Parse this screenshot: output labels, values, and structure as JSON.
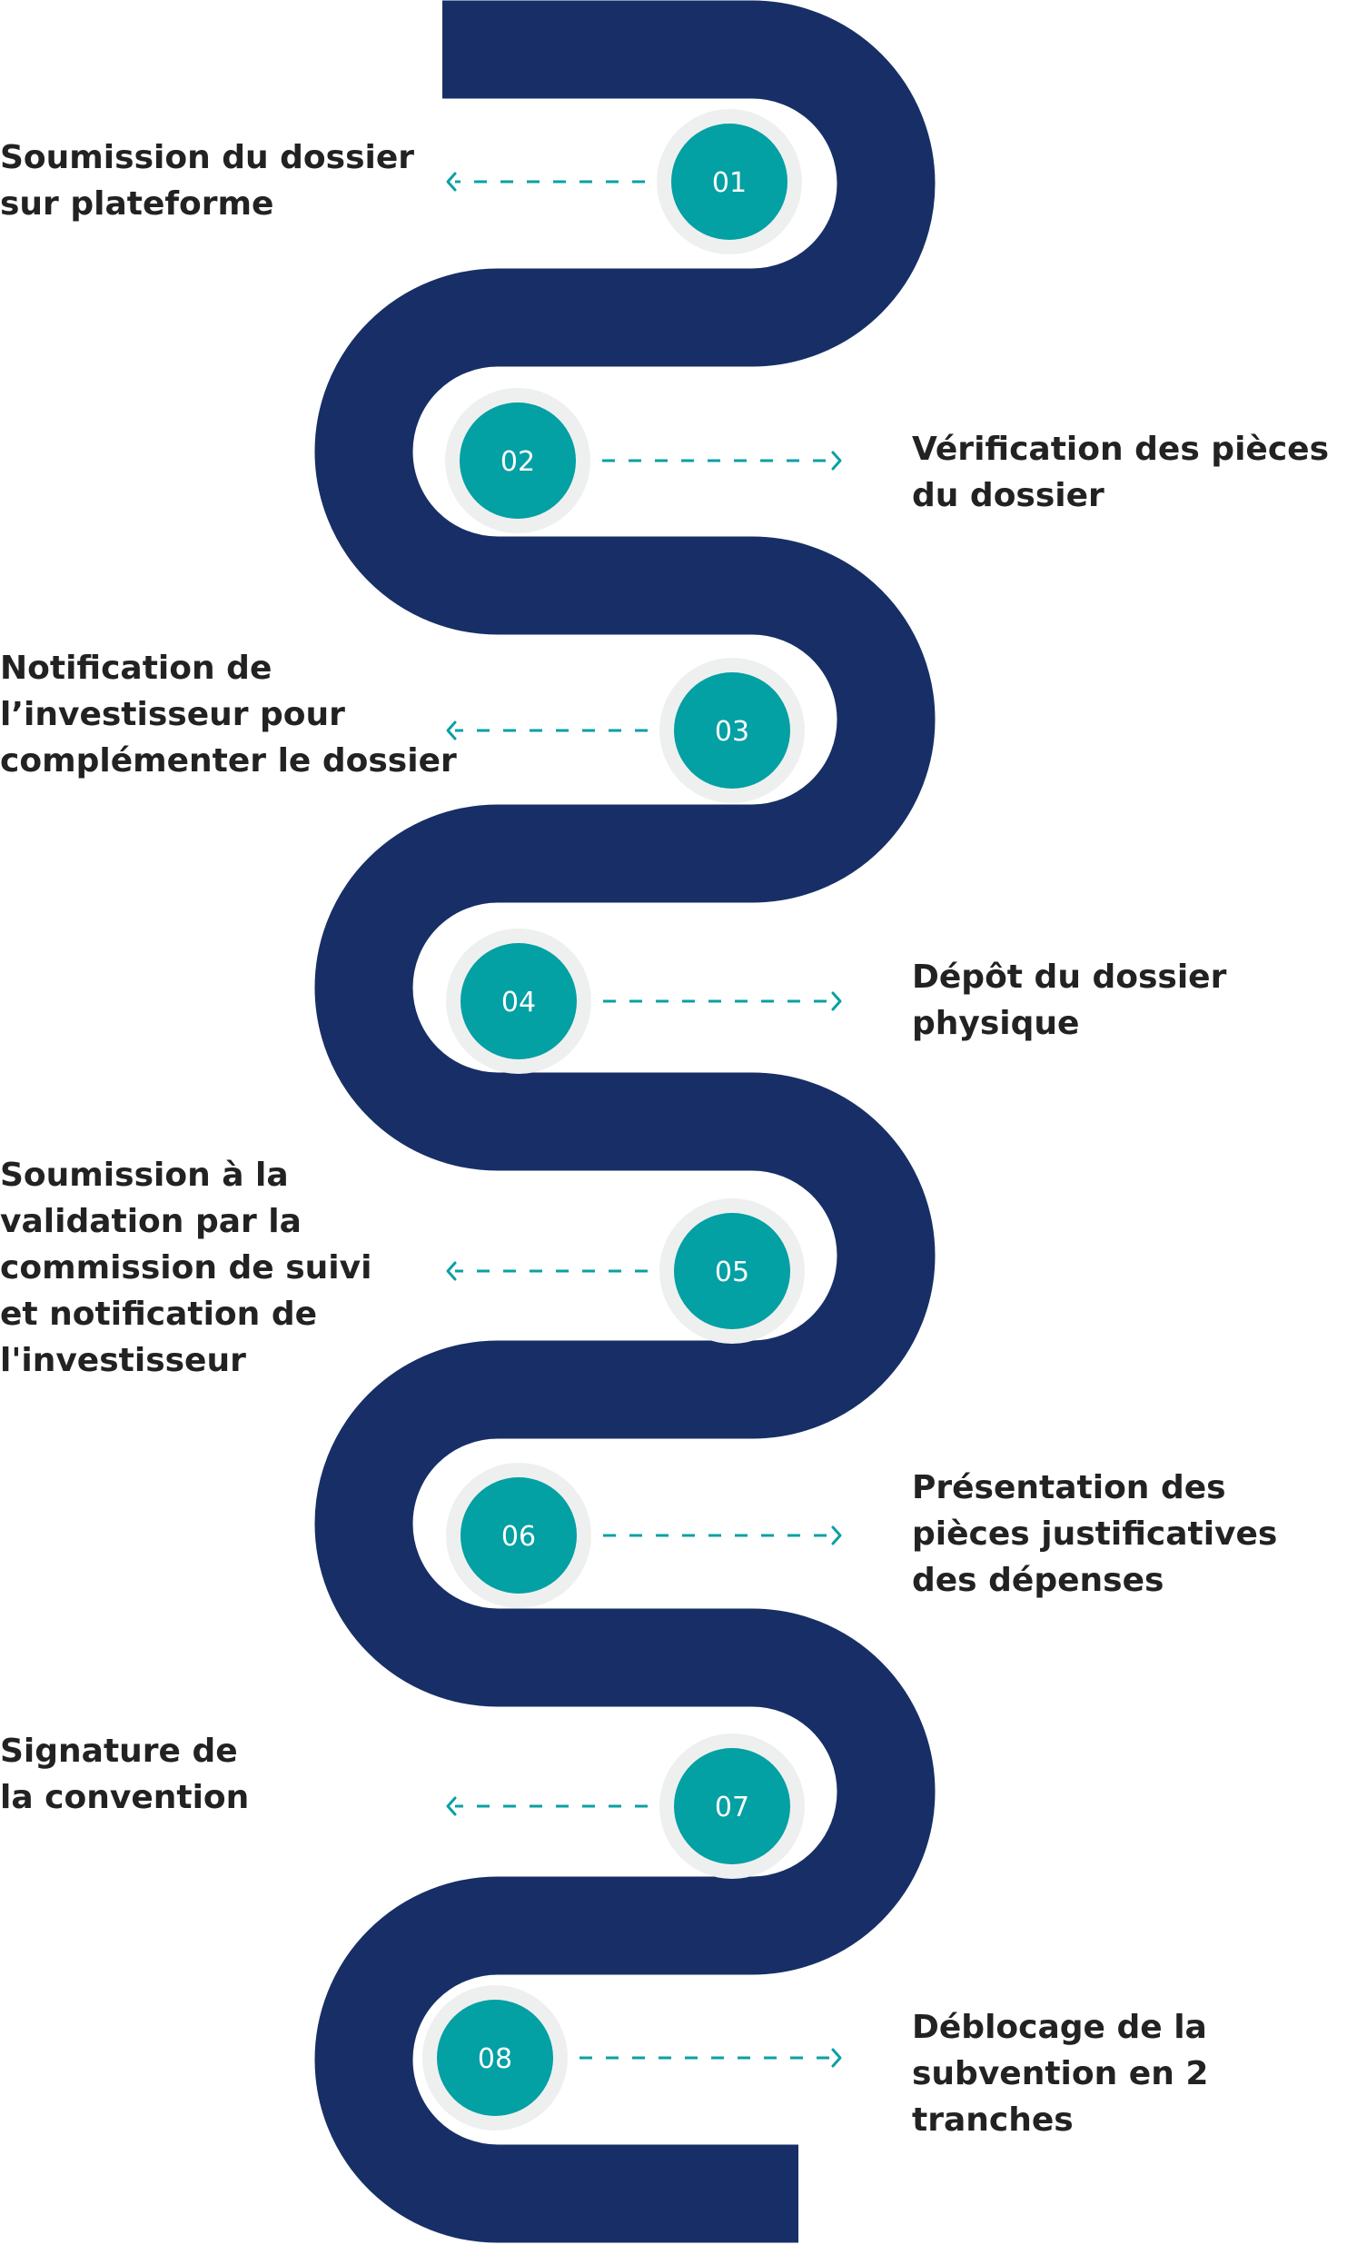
{
  "diagram": {
    "type": "serpentine-process-timeline",
    "colors": {
      "road": "#172f66",
      "badge_fill": "#03a0a4",
      "badge_ring": "#eef0ef",
      "connector": "#0aa0a4",
      "text": "#222222",
      "background": "#ffffff"
    },
    "steps": [
      {
        "number": "01",
        "side": "left",
        "lines": [
          "Soumission du dossier",
          "sur plateforme"
        ]
      },
      {
        "number": "02",
        "side": "right",
        "lines": [
          "Vérification des pièces",
          "du dossier"
        ]
      },
      {
        "number": "03",
        "side": "left",
        "lines": [
          "Notification de",
          "l’investisseur pour",
          "complémenter le dossier"
        ]
      },
      {
        "number": "04",
        "side": "right",
        "lines": [
          "Dépôt du dossier",
          "physique"
        ]
      },
      {
        "number": "05",
        "side": "left",
        "lines": [
          "Soumission à la",
          "validation par la",
          "commission de suivi",
          "et notification de",
          "l'investisseur"
        ]
      },
      {
        "number": "06",
        "side": "right",
        "lines": [
          "Présentation des",
          "pièces justificatives",
          "des dépenses"
        ]
      },
      {
        "number": "07",
        "side": "left",
        "lines": [
          "Signature de",
          "la convention"
        ]
      },
      {
        "number": "08",
        "side": "right",
        "lines": [
          "Déblocage de la",
          "subvention en 2",
          "tranches"
        ]
      }
    ]
  }
}
